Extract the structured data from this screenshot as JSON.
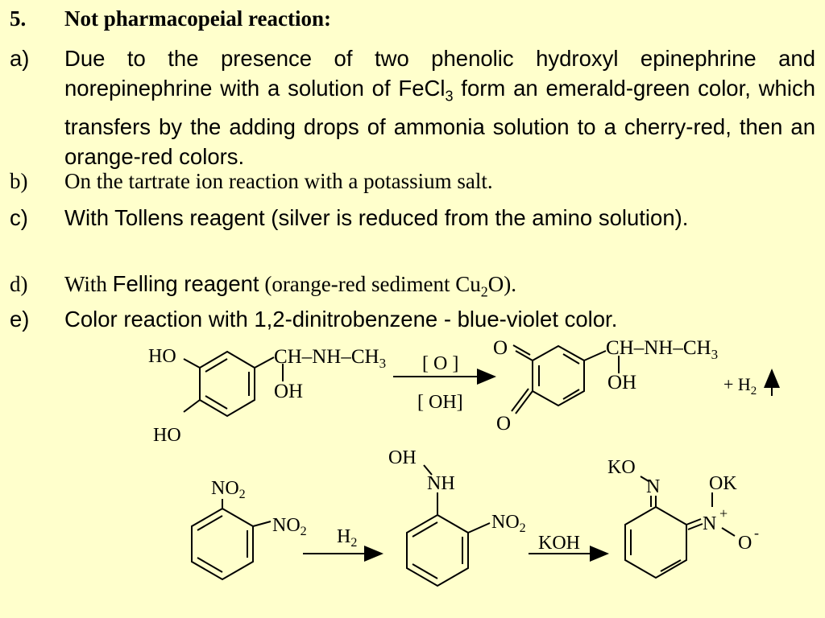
{
  "heading": {
    "number": "5.",
    "title": "Not pharmacopeial reaction:"
  },
  "items": [
    {
      "marker": "a)",
      "text": "Due to the presence of two phenolic hydroxyl epinephrine and norepinephrine with a solution of FeCl",
      "sub": "3",
      "text_after": " form an emerald-green color, which transfers by the adding drops of ammonia solution to a cherry-red, then an orange-red colors."
    },
    {
      "marker": "b)",
      "text": "On the tartrate ion reaction with a potassium salt."
    },
    {
      "marker": "c)",
      "text": "With Tollens reagent (silver is reduced from the  amino solution)."
    },
    {
      "marker": "d)",
      "text_pre": "With ",
      "highlight": "Felling reagent",
      "text_mid": " (orange-red sediment Cu",
      "sub": "2",
      "text_post": "O)."
    },
    {
      "marker": "e)",
      "text": "Color reaction with 1,2-dinitrobenzene - blue-violet color."
    }
  ],
  "scheme1": {
    "ho_top": "HO",
    "ho_bottom": "HO",
    "chain": "CH–NH–CH",
    "chain_sub": "3",
    "oh": "OH",
    "reagent_top": "[ O ]",
    "reagent_bottom": "[ OH]",
    "o_top": "O",
    "o_bottom": "O",
    "prod_chain": "CH–NH–CH",
    "prod_chain_sub": "3",
    "prod_oh": "OH",
    "gas": "+ H",
    "gas_sub": "2"
  },
  "scheme2": {
    "no2_a": "NO",
    "no2_a_sub": "2",
    "no2_b": "NO",
    "no2_b_sub": "2",
    "reagent1": "H",
    "reagent1_sub": "2",
    "oh": "OH",
    "nh": "NH",
    "no2_c": "NO",
    "no2_c_sub": "2",
    "reagent2": "KOH",
    "ko": "KO",
    "n1": "N",
    "ok": "OK",
    "n2": "N",
    "plus": "+",
    "o_minus": "O",
    "minus": "-"
  }
}
